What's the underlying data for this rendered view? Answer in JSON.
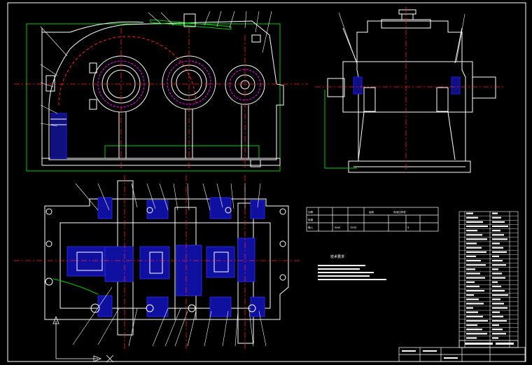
{
  "drawing": {
    "tech_requirements_title": "技术要求",
    "spec_table": {
      "header_right": "传动比特性",
      "header_mid": "齿轮",
      "row_labels": [
        "功率",
        "转速",
        "输入"
      ],
      "row_values": [
        "5kW",
        "1500",
        "4"
      ]
    },
    "colors": {
      "background": "#000000",
      "outline": "#ffffff",
      "centerline": "#ff2020",
      "dimension": "#00cc00",
      "section": "#1a1aff",
      "hidden": "#ff00ff",
      "frame": "#ffffff"
    }
  }
}
